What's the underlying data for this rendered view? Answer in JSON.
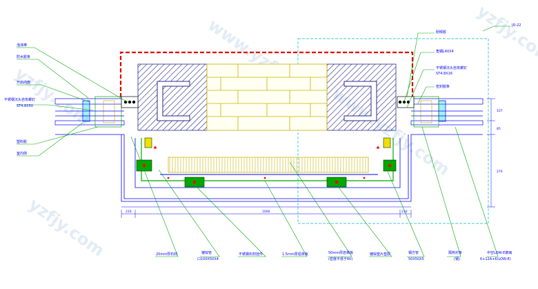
{
  "labels": {
    "left": [
      "泡沫棒",
      "防水胶条",
      "开启内扇",
      "不锈钢沉头自攻螺钉",
      "ST4.8X50",
      "塑料胶",
      "室内侧"
    ],
    "right_top": [
      "耐候胶",
      "角钢L40X4",
      "不锈钢沉头自攻螺钉",
      "ST4.8X16",
      "密封胶条"
    ],
    "right_ref": "JD-22",
    "bottom": [
      "20mm厚石材",
      "镀锌管",
      "口100X50X4",
      "不锈钢石材挂件",
      "1.5mm厚铝单板",
      "50mm厚岩棉板",
      "(密度不低于60)",
      "镀锌垫片垫层",
      "钢方管",
      "50X50X5",
      "隔热衬条",
      "(钢)",
      "中空LOW-E玻璃",
      "6+12A+6(LOW-E)"
    ]
  },
  "dims": {
    "bottom_left": "210",
    "bottom_mid": "1000",
    "bottom_right": "210",
    "right_top": "107",
    "right_mid": "85",
    "right_low": "270"
  },
  "watermark": [
    "yzfjy.com",
    "www.yzfjy.com"
  ],
  "colors": {
    "line": "#0000ff",
    "cyan": "#00b8c8",
    "green": "#00a800",
    "yellow": "#d8d800",
    "red": "#e00000",
    "hatch": "#2a2a8a"
  }
}
